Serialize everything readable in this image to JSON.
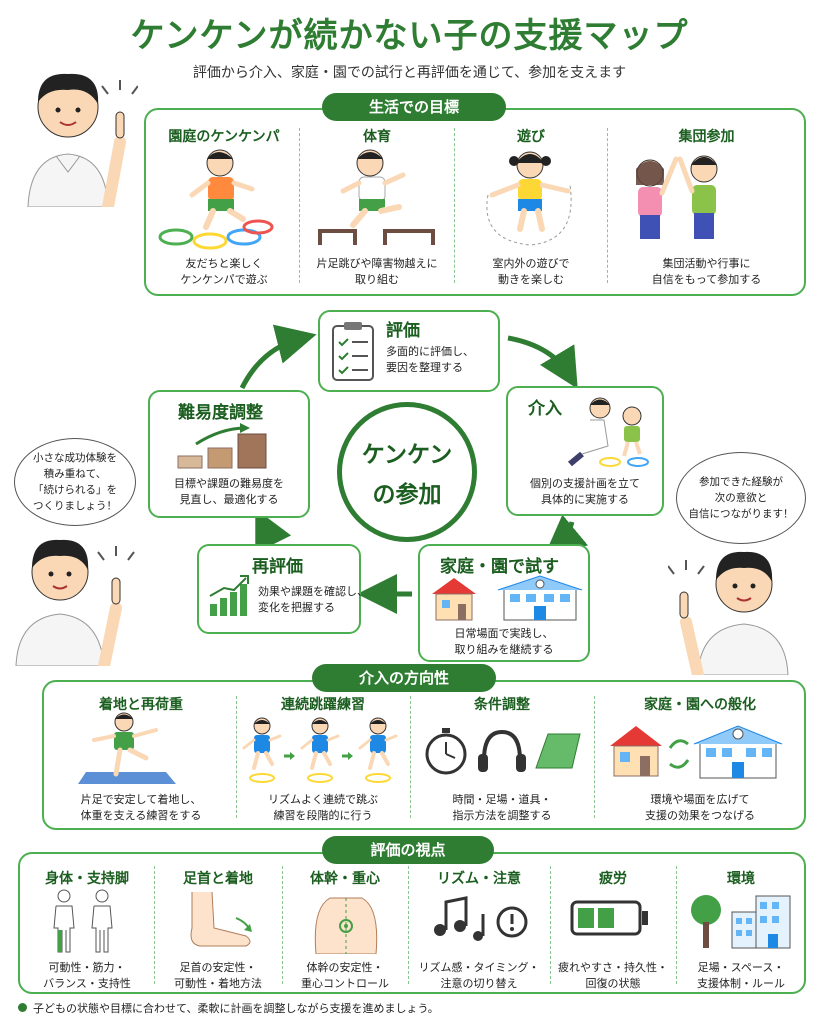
{
  "title": "ケンケンが続かない子の支援マップ",
  "subtitle": "評価から介入、家庭・園での試行と再評価を通じて、参加を支えます",
  "goals": {
    "heading": "生活での目標",
    "items": [
      {
        "title": "園庭のケンケンパ",
        "desc1": "友だちと楽しく",
        "desc2": "ケンケンパで遊ぶ"
      },
      {
        "title": "体育",
        "desc1": "片足跳びや障害物越えに",
        "desc2": "取り組む"
      },
      {
        "title": "遊び",
        "desc1": "室内外の遊びで",
        "desc2": "動きを楽しむ"
      },
      {
        "title": "集団参加",
        "desc1": "集団活動や行事に",
        "desc2": "自信をもって参加する"
      }
    ]
  },
  "cycle": {
    "center1": "ケンケン",
    "center2": "の参加",
    "evaluation": {
      "title": "評価",
      "desc1": "多面的に評価し、",
      "desc2": "要因を整理する"
    },
    "intervention": {
      "title": "介入",
      "desc1": "個別の支援計画を立て",
      "desc2": "具体的に実施する"
    },
    "trial": {
      "title": "家庭・園で試す",
      "desc1": "日常場面で実践し、",
      "desc2": "取り組みを継続する"
    },
    "reevaluation": {
      "title": "再評価",
      "desc1": "効果や課題を確認し、",
      "desc2": "変化を把握する"
    },
    "adjustment": {
      "title": "難易度調整",
      "desc1": "目標や課題の難易度を",
      "desc2": "見直し、最適化する"
    }
  },
  "bubbles": {
    "left": [
      "小さな成功体験を",
      "積み重ねて、",
      "「続けられる」を",
      "つくりましょう！"
    ],
    "right": [
      "参加できた経験が",
      "次の意欲と",
      "自信につながります！"
    ]
  },
  "directions": {
    "heading": "介入の方向性",
    "items": [
      {
        "title": "着地と再荷重",
        "desc1": "片足で安定して着地し、",
        "desc2": "体重を支える練習をする"
      },
      {
        "title": "連続跳躍練習",
        "desc1": "リズムよく連続で跳ぶ",
        "desc2": "練習を段階的に行う"
      },
      {
        "title": "条件調整",
        "desc1": "時間・足場・道具・",
        "desc2": "指示方法を調整する"
      },
      {
        "title": "家庭・園への般化",
        "desc1": "環境や場面を広げて",
        "desc2": "支援の効果をつなげる"
      }
    ]
  },
  "viewpoints": {
    "heading": "評価の視点",
    "items": [
      {
        "title": "身体・支持脚",
        "desc1": "可動性・筋力・",
        "desc2": "バランス・支持性"
      },
      {
        "title": "足首と着地",
        "desc1": "足首の安定性・",
        "desc2": "可動性・着地方法"
      },
      {
        "title": "体幹・重心",
        "desc1": "体幹の安定性・",
        "desc2": "重心コントロール"
      },
      {
        "title": "リズム・注意",
        "desc1": "リズム感・タイミング・",
        "desc2": "注意の切り替え"
      },
      {
        "title": "疲労",
        "desc1": "疲れやすさ・持久性・",
        "desc2": "回復の状態"
      },
      {
        "title": "環境",
        "desc1": "足場・スペース・",
        "desc2": "支援体制・ルール"
      }
    ]
  },
  "footer": "子どもの状態や目標に合わせて、柔軟に計画を調整しながら支援を進めましょう。",
  "colors": {
    "primary": "#2e7d32",
    "border": "#4caf50",
    "accent": "#8bc34a"
  }
}
